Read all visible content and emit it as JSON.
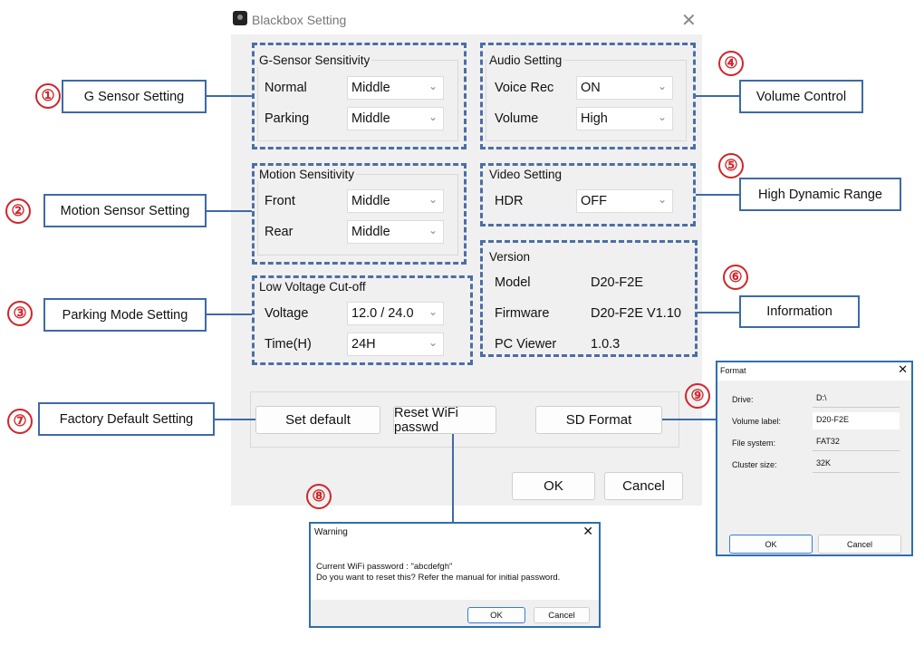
{
  "window": {
    "title": "Blackbox Setting"
  },
  "gsensor": {
    "title": "G-Sensor Sensitivity",
    "rows": [
      {
        "label": "Normal",
        "value": "Middle"
      },
      {
        "label": "Parking",
        "value": "Middle"
      }
    ]
  },
  "audio": {
    "title": "Audio Setting",
    "rows": [
      {
        "label": "Voice Rec",
        "value": "ON"
      },
      {
        "label": "Volume",
        "value": "High"
      }
    ]
  },
  "motion": {
    "title": "Motion Sensitivity",
    "rows": [
      {
        "label": "Front",
        "value": "Middle"
      },
      {
        "label": "Rear",
        "value": "Middle"
      }
    ]
  },
  "video": {
    "title": "Video Setting",
    "rows": [
      {
        "label": "HDR",
        "value": "OFF"
      }
    ]
  },
  "version": {
    "title": "Version",
    "rows": [
      {
        "label": "Model",
        "value": "D20-F2E"
      },
      {
        "label": "Firmware",
        "value": "D20-F2E V1.10"
      },
      {
        "label": "PC Viewer",
        "value": "1.0.3"
      }
    ]
  },
  "voltage": {
    "title": "Low Voltage Cut-off",
    "rows": [
      {
        "label": "Voltage",
        "value": "12.0 / 24.0"
      },
      {
        "label": "Time(H)",
        "value": "24H"
      }
    ]
  },
  "buttons": {
    "set_default": "Set default",
    "reset_wifi": "Reset WiFi passwd",
    "sd_format": "SD Format",
    "ok": "OK",
    "cancel": "Cancel"
  },
  "callouts": [
    {
      "num": "①",
      "label": "G Sensor Setting"
    },
    {
      "num": "②",
      "label": "Motion Sensor Setting"
    },
    {
      "num": "③",
      "label": "Parking Mode Setting"
    },
    {
      "num": "④",
      "label": "Volume Control"
    },
    {
      "num": "⑤",
      "label": "High Dynamic Range"
    },
    {
      "num": "⑥",
      "label": "Information"
    },
    {
      "num": "⑦",
      "label": "Factory Default Setting"
    },
    {
      "num": "⑧"
    },
    {
      "num": "⑨"
    }
  ],
  "warning": {
    "title": "Warning",
    "line1": "Current WiFi password : \"abcdefgh\"",
    "line2": "Do you want to reset this? Refer the manual for initial password.",
    "ok": "OK",
    "cancel": "Cancel"
  },
  "format": {
    "title": "Format",
    "rows": [
      {
        "label": "Drive:",
        "value": "D:\\"
      },
      {
        "label": "Volume label:",
        "value": "D20-F2E"
      },
      {
        "label": "File system:",
        "value": "FAT32"
      },
      {
        "label": "Cluster size:",
        "value": "32K"
      }
    ],
    "ok": "OK",
    "cancel": "Cancel"
  }
}
